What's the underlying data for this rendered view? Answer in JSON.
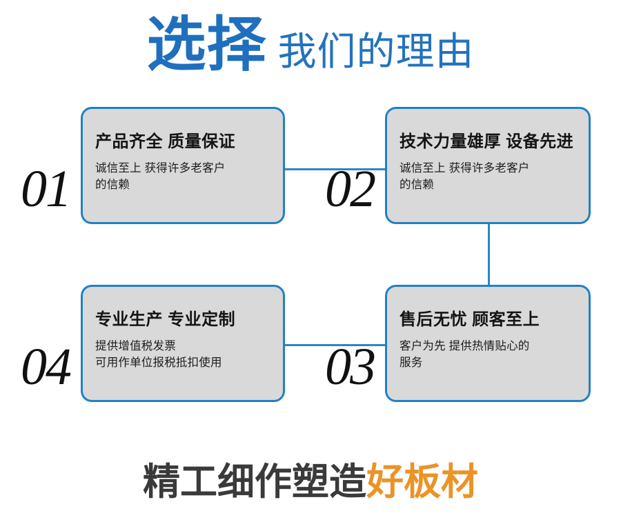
{
  "header": {
    "strong_text": "选择",
    "light_text": "我们的理由",
    "color_strong": "#1F6FBE",
    "color_light": "#2372BE"
  },
  "theme": {
    "accent_blue": "#2080C6",
    "connector_blue": "#2A86C8",
    "card_bg": "#D9D9D9",
    "number_color": "#111111",
    "tagline_dark": "#3A3A3A",
    "tagline_orange": "#EB9327",
    "page_bg": "#FFFFFF"
  },
  "cards": [
    {
      "number": "01",
      "title": "产品齐全 质量保证",
      "desc_line1": "诚信至上 获得许多老客户",
      "desc_line2": "的信赖"
    },
    {
      "number": "02",
      "title": "技术力量雄厚 设备先进",
      "desc_line1": "诚信至上 获得许多老客户",
      "desc_line2": "的信赖"
    },
    {
      "number": "03",
      "title": "售后无忧 顾客至上",
      "desc_line1": "客户为先 提供热情贴心的",
      "desc_line2": "服务"
    },
    {
      "number": "04",
      "title": "专业生产 专业定制",
      "desc_line1": "提供增值税发票",
      "desc_line2": "可用作单位报税抵扣使用"
    }
  ],
  "tagline": {
    "dark_text": "精工细作塑造",
    "accent_text": "好板材"
  }
}
